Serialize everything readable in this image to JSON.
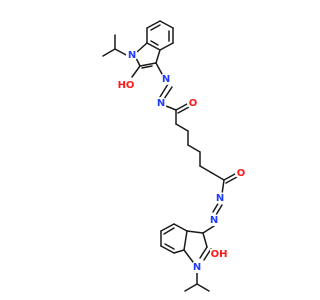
{
  "molecule": {
    "atom_labels": {
      "n": "N",
      "o": "O",
      "ho": "HO",
      "oh": "OH"
    },
    "colors": {
      "bond": "#1a1a1a",
      "nitrogen": "#1f3dff",
      "oxygen": "#ff1a1a",
      "background": "#ffffff"
    }
  }
}
